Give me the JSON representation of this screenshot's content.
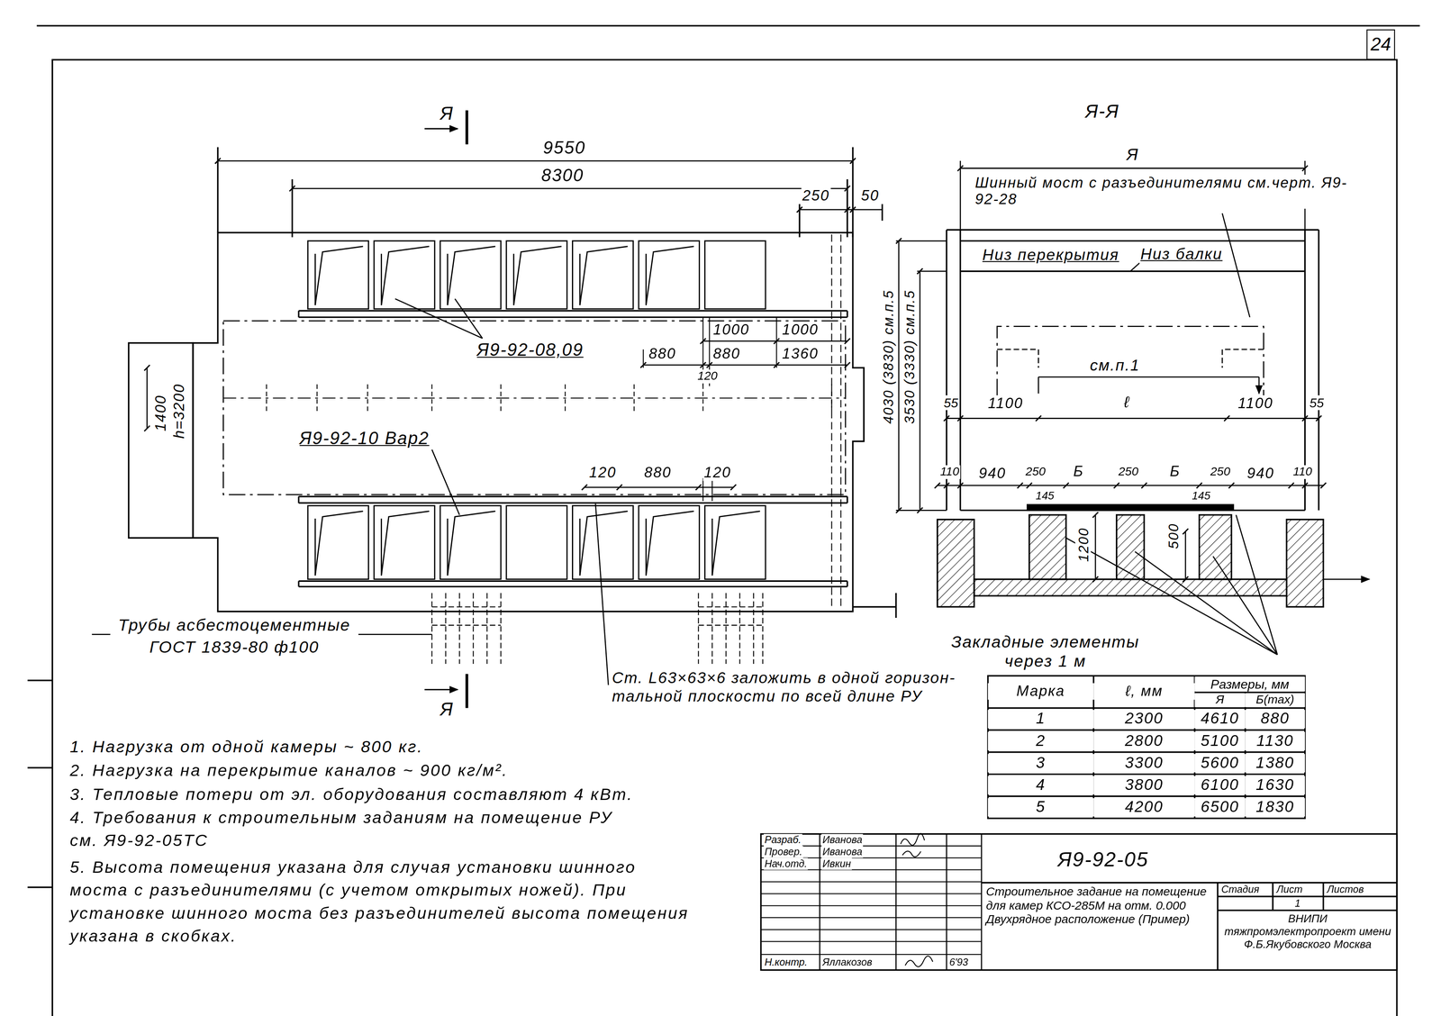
{
  "diagram": {
    "nodes": [
      {
        "text": [
          "24"
        ]
      }
    ],
    "labels": [
      "Я",
      "9550",
      "8300",
      "250",
      "50",
      "Я9-92-08,09",
      "880",
      "1000",
      "880",
      "1000",
      "1360",
      "120",
      "Я9-92-10 Вар2",
      "120",
      "880",
      "120",
      "1400",
      "h=3200",
      "4030 (3830) см.п.5",
      "3530 (3330) см.п.5",
      "Трубы асбестоцементные ГОСТ 1839-80 ф100",
      "Ст. L63×63×6 заложить в одной горизон- тальной плоскости по всей длине РУ",
      "Я",
      "Я-Я",
      "Я",
      "Шинный мост с разъединителями см.черт. Я9-92-28",
      "Низ перекрытия",
      "Низ балки",
      "см.п.1",
      "55",
      "1100",
      "ℓ",
      "1100",
      "55",
      "110",
      "940",
      "250",
      "Б",
      "250",
      "Б",
      "250",
      "940",
      "110",
      "145",
      "145",
      "1200",
      "500",
      "Закладные элементы через 1 м",
      "Марка",
      "ℓ, мм",
      "Размеры, мм",
      "Я",
      "Б(max)",
      "1",
      "2300",
      "4610",
      "880",
      "2",
      "2800",
      "5100",
      "1130",
      "3",
      "3300",
      "5600",
      "1380",
      "4",
      "3800",
      "6100",
      "1630",
      "5",
      "4200",
      "6500",
      "1830",
      "1. Нагрузка от одной камеры ~ 800 кг.",
      "2. Нагрузка на перекрытие каналов ~ 900 кг/м².",
      "3. Тепловые потери от эл. оборудования составляют 4 кВт.",
      "4. Требования к строительным заданиям на помещение РУ см. Я9-92-05ТС",
      "5. Высота помещения указана для случая установки шинного моста с разъединителями (с учетом открытых ножей). При установке шинного моста без разъединителей высота помещения указана в скобках.",
      "Разраб.",
      "Иванова",
      "Провер.",
      "Иванова",
      "Нач.отд.",
      "Ивкин",
      "Н.контр.",
      "Яллакозов",
      "6'93",
      "Я9-92-05",
      "Строительное задание на помещение для камер КСО-285М на отм. 0.000 Двухрядное расположение (Пример)",
      "Стадия",
      "Лист",
      "Листов",
      "1",
      "ВНИПИ тяжпромэлектропроект имени Ф.Б.Якубовского Москва"
    ]
  }
}
